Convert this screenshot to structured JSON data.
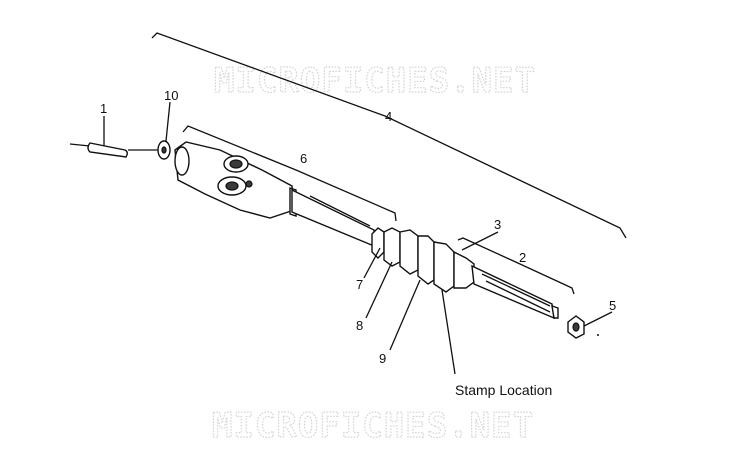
{
  "watermark": {
    "top": "MICROFICHES.NET",
    "bottom": "MICROFICHES.NET"
  },
  "callouts": {
    "c1": "1",
    "c2": "2",
    "c3": "3",
    "c4": "4",
    "c5": "5",
    "c6": "6",
    "c7": "7",
    "c8": "8",
    "c9": "9",
    "c10": "10",
    "stamp": "Stamp Location"
  }
}
